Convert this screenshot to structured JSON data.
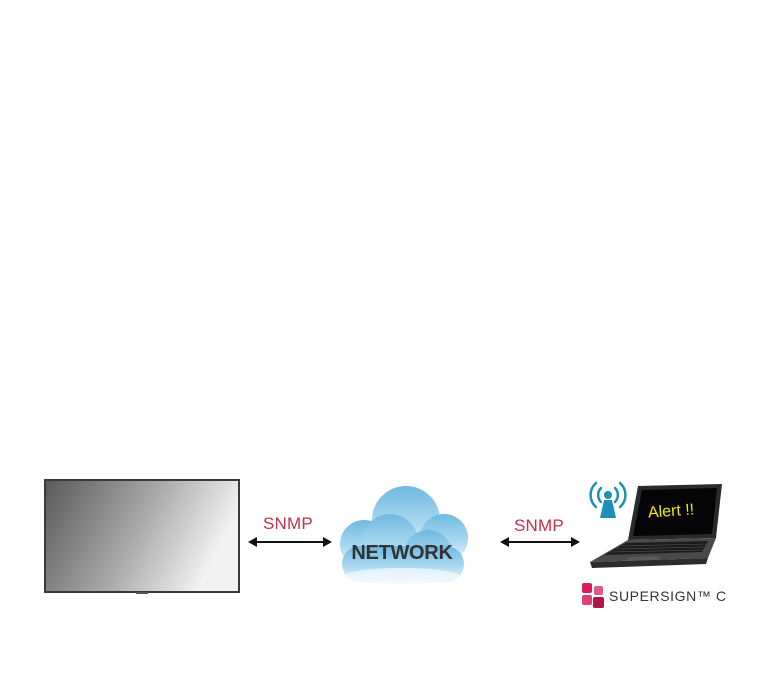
{
  "diagram": {
    "left_link_label": "SNMP",
    "right_link_label": "SNMP",
    "network_label": "NETWORK",
    "laptop_screen_text": "Alert !!",
    "logo_text": "SUPERSIGN™ C"
  },
  "colors": {
    "link_label": "#c0304a",
    "cloud": "#8ccbe8",
    "alert_text": "#f2ea00",
    "signal_icon": "#1e8fb8",
    "logo_accent": "#d81f5c"
  },
  "icons": {
    "display": "display-icon",
    "cloud": "cloud-icon",
    "laptop": "laptop-icon",
    "signal": "signal-icon",
    "logo": "supersign-logo-icon"
  }
}
